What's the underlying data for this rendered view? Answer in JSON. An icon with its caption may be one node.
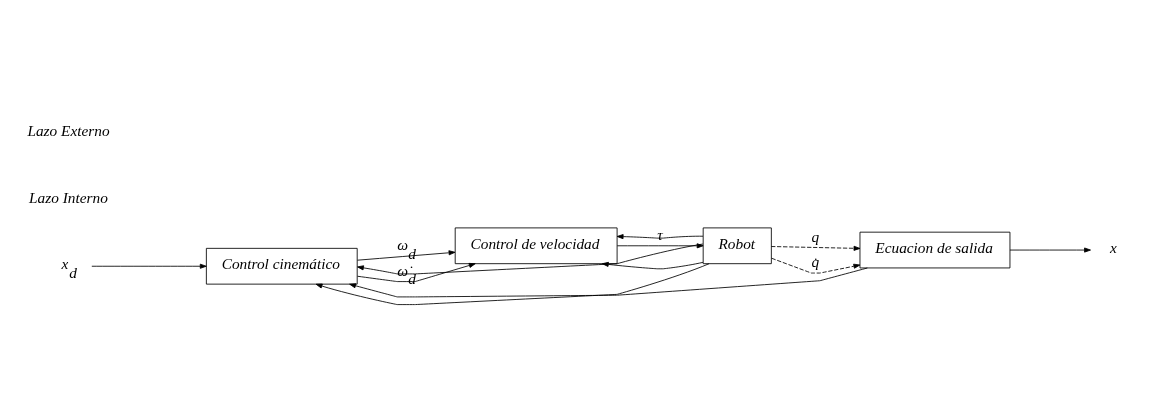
{
  "diagram": {
    "nodes": [
      {
        "text": [
          "x$_{d}$"
        ]
      },
      {
        "text": [
          "Control cinemático"
        ]
      },
      {
        "text": [
          "Control de velocidad"
        ]
      },
      {
        "text": [
          "Robot"
        ]
      },
      {
        "text": [
          "Ecuacion de salida"
        ]
      },
      {
        "text": [
          "x"
        ]
      }
    ],
    "edges": [
      {
        "from": 0,
        "to": 1,
        "arrow": "to"
      },
      {
        "from": 1,
        "to": 2,
        "arrow": "to",
        "label": "ω$_{d}$"
      },
      {
        "from": 1,
        "to": 2,
        "arrow": "to",
        "label": "ω̇$_{d}$"
      },
      {
        "from": 2,
        "to": 3,
        "arrow": "to",
        "label": "τ"
      },
      {
        "from": 3,
        "to": 4,
        "arrow": "to",
        "label": "q",
        "style": "dashed"
      },
      {
        "from": 3,
        "to": 4,
        "arrow": "to",
        "label": "q̇",
        "style": "dashed"
      },
      {
        "from": 4,
        "to": 5,
        "arrow": "to"
      },
      {
        "from": 3,
        "to": 1,
        "arrow": "to"
      },
      {
        "from": 3,
        "to": 2,
        "arrow": "to"
      },
      {
        "from": 3,
        "to": 1,
        "arrow": "to"
      },
      {
        "from": 3,
        "to": 2,
        "arrow": "to"
      },
      {
        "from": 4,
        "to": 1,
        "arrow": "to"
      }
    ],
    "labels": [
      "Lazo Interno",
      "Lazo Externo"
    ]
  }
}
